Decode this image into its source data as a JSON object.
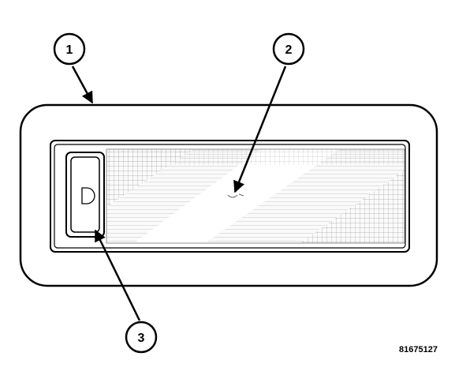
{
  "callouts": [
    {
      "id": 1,
      "label": "1"
    },
    {
      "id": 2,
      "label": "2"
    },
    {
      "id": 3,
      "label": "3"
    }
  ],
  "figure_id": "81675127",
  "colors": {
    "line": "#000000",
    "lens_grid": "#9a9a9a",
    "lens_fill": "#fafafa"
  }
}
